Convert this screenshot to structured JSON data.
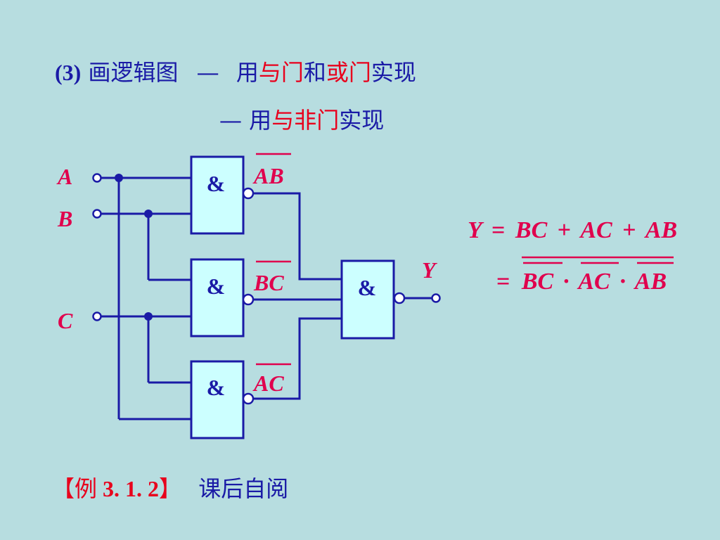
{
  "header": {
    "num": "(3)",
    "task": "画逻辑图",
    "dash": "—",
    "method1": {
      "pre": "用",
      "hl1": "与门",
      "mid": "和",
      "hl2": "或门",
      "post": "实现"
    },
    "method2": {
      "dash": "—",
      "pre": "用",
      "hl": "与非门",
      "post": "实现"
    }
  },
  "diagram": {
    "inputs": [
      "A",
      "B",
      "C"
    ],
    "output": "Y",
    "gate_symbol": "&",
    "gate_outputs": [
      {
        "a": "A",
        "b": "B"
      },
      {
        "a": "B",
        "b": "C"
      },
      {
        "a": "A",
        "b": "C"
      }
    ]
  },
  "equation": {
    "line1": {
      "lhs": "Y",
      "eq": "=",
      "terms": [
        "BC",
        "+",
        "AC",
        "+",
        "AB"
      ]
    },
    "line2": {
      "eq": "=",
      "terms": [
        "BC",
        "·",
        "AC",
        "·",
        "AB"
      ]
    }
  },
  "footer": {
    "open": "【例",
    "num": "3. 1. 2",
    "close": "】",
    "text": "课后自阅"
  },
  "colors": {
    "background": "#b7dde0",
    "wire": "#1a1aa6",
    "gate_fill": "#ccffff",
    "highlight": "#e8001c",
    "math": "#e0004d"
  }
}
